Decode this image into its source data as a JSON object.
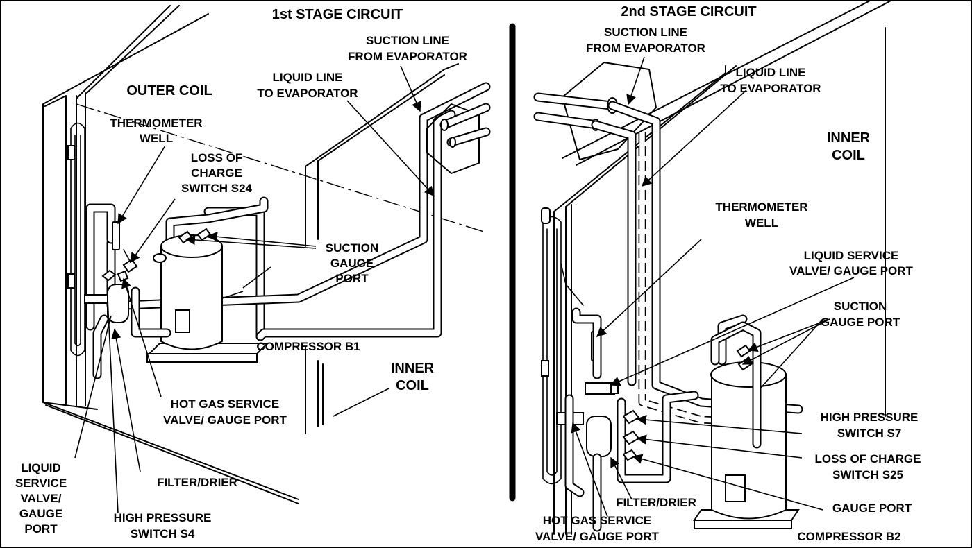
{
  "panels": {
    "left_title": "1st STAGE CIRCUIT",
    "right_title": "2nd STAGE CIRCUIT"
  },
  "left": {
    "outer_coil": "OUTER COIL",
    "thermometer_well": [
      "THERMOMETER",
      "WELL"
    ],
    "loss_of_charge": [
      "LOSS OF",
      "CHARGE",
      "SWITCH S24"
    ],
    "suction_line": [
      "SUCTION LINE",
      "FROM EVAPORATOR"
    ],
    "liquid_line": [
      "LIQUID LINE",
      "TO EVAPORATOR"
    ],
    "suction_gauge": [
      "SUCTION",
      "GAUGE",
      "PORT"
    ],
    "compressor": "COMPRESSOR B1",
    "inner_coil": [
      "INNER",
      "COIL"
    ],
    "hot_gas": [
      "HOT GAS SERVICE",
      "VALVE/ GAUGE PORT"
    ],
    "liquid_service": [
      "LIQUID",
      "SERVICE",
      "VALVE/",
      "GAUGE",
      "PORT"
    ],
    "filter_drier": "FILTER/DRIER",
    "high_pressure": [
      "HIGH PRESSURE",
      "SWITCH S4"
    ]
  },
  "right": {
    "suction_line": [
      "SUCTION LINE",
      "FROM EVAPORATOR"
    ],
    "liquid_line": [
      "LIQUID LINE",
      "TO EVAPORATOR"
    ],
    "inner_coil": [
      "INNER",
      "COIL"
    ],
    "thermometer_well": [
      "THERMOMETER",
      "WELL"
    ],
    "liquid_service": [
      "LIQUID SERVICE",
      "VALVE/ GAUGE PORT"
    ],
    "suction_gauge": [
      "SUCTION",
      "GAUGE PORT"
    ],
    "high_pressure": [
      "HIGH PRESSURE",
      "SWITCH S7"
    ],
    "loss_of_charge": [
      "LOSS OF CHARGE",
      "SWITCH S25"
    ],
    "gauge_port": "GAUGE PORT",
    "filter_drier": "FILTER/DRIER",
    "hot_gas": [
      "HOT GAS SERVICE",
      "VALVE/ GAUGE PORT"
    ],
    "compressor": "COMPRESSOR B2"
  }
}
